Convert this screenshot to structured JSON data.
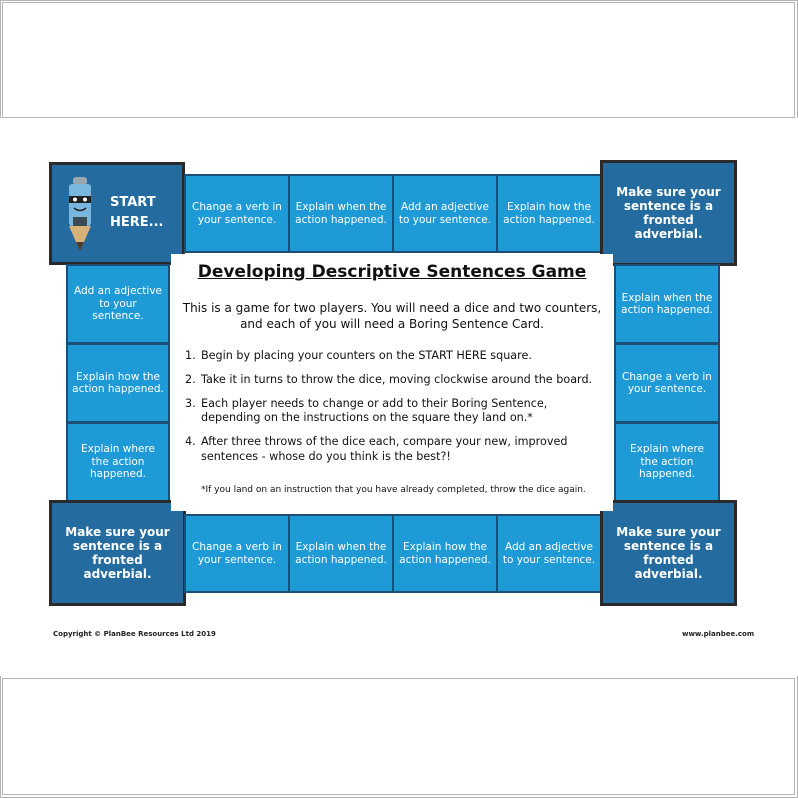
{
  "board": {
    "title": "Developing Descriptive Sentences Game",
    "intro": "This is a game for two players. You will need a dice and two counters, and each of you will need a Boring Sentence Card.",
    "steps": [
      "Begin by placing your counters on the START HERE square.",
      "Take it in turns to throw the dice, moving clockwise around the board.",
      "Each player needs to change or add to their Boring Sentence, depending on the instructions on the square they land on.*",
      "After three throws of the dice each, compare your new, improved sentences - whose do you think is the best?!"
    ],
    "step_numbers": [
      "1.",
      "2.",
      "3.",
      "4."
    ],
    "note": "*If you land on an instruction that you have already completed, throw the dice again.",
    "start_label": "START\nHERE...",
    "corner_label": "Make sure your sentence is a fronted adverbial.",
    "top_row": [
      "Change a verb in your sentence.",
      "Explain when the action happened.",
      "Add an adjective to your sentence.",
      "Explain how the action happened."
    ],
    "left_col": [
      "Add an adjective to your sentence.",
      "Explain how the action happened.",
      "Explain where the action happened."
    ],
    "right_col": [
      "Explain when the action happened.",
      "Change a verb in your sentence.",
      "Explain where the action happened."
    ],
    "bottom_row": [
      "Change a verb in your sentence.",
      "Explain when the action happened.",
      "Explain how the action happened.",
      "Add an adjective to your sentence."
    ]
  },
  "footer": {
    "copyright": "Copyright © PlanBee Resources Ltd 2019",
    "website": "www.planbee.com"
  },
  "colors": {
    "light_square": "#1e9ad6",
    "dark_square": "#246c9f",
    "border": "#2a2a2a"
  }
}
